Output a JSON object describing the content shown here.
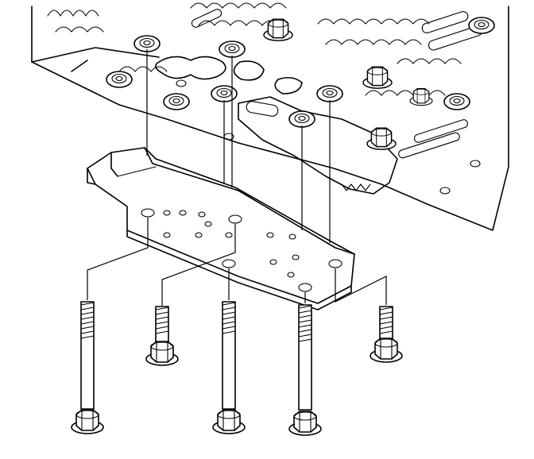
{
  "diagram": {
    "kind": "exploded-assembly",
    "parts": {
      "housing": "transmission-case-valve-body-area",
      "cover_plate": "valve-body-cover-plate",
      "bolts": [
        {
          "id": 1,
          "size": "long"
        },
        {
          "id": 2,
          "size": "short"
        },
        {
          "id": 3,
          "size": "long"
        },
        {
          "id": 4,
          "size": "long"
        },
        {
          "id": 5,
          "size": "short"
        }
      ]
    },
    "colors": {
      "line": "#000000",
      "background": "#ffffff"
    }
  }
}
